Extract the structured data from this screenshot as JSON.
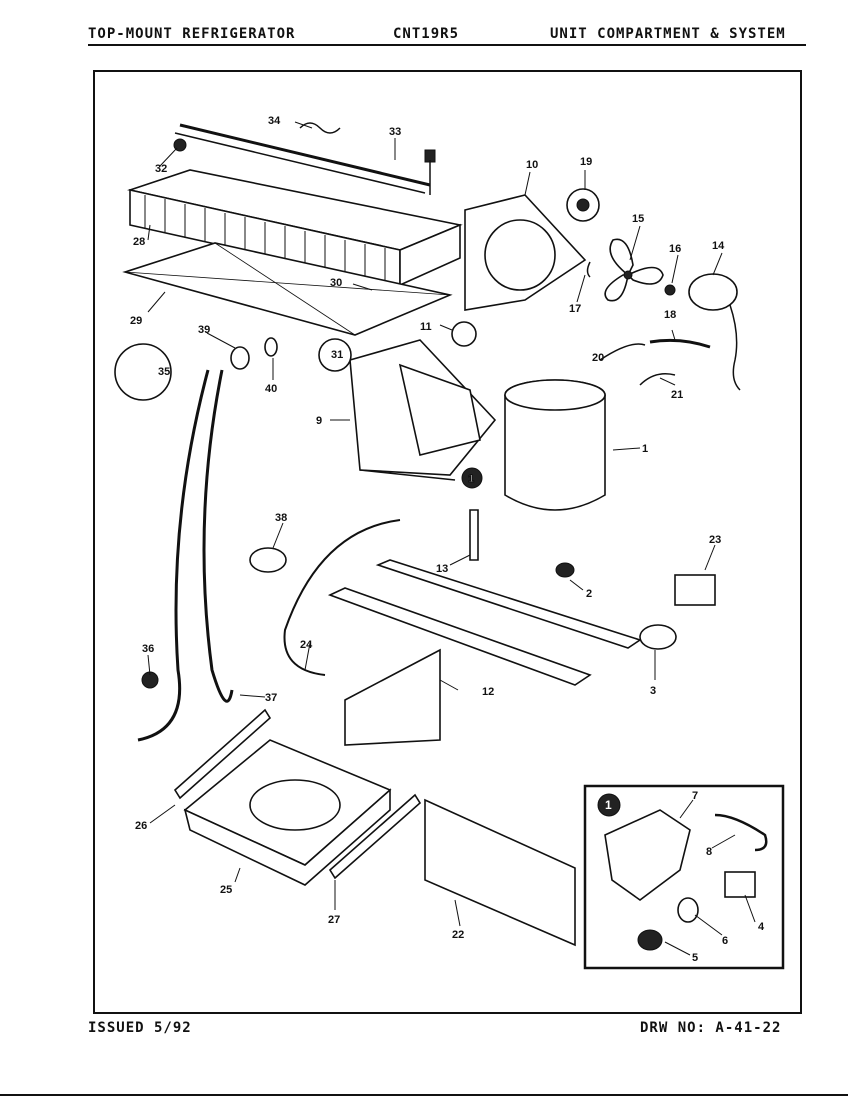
{
  "header": {
    "left": "TOP-MOUNT REFRIGERATOR",
    "center": "CNT19R5",
    "right": "UNIT COMPARTMENT & SYSTEM"
  },
  "footer": {
    "issued": "ISSUED 5/92",
    "drawing_number": "DRW NO: A-41-22"
  },
  "diagram": {
    "callouts": {
      "p1": "1",
      "p2": "2",
      "p3": "3",
      "p4": "4",
      "p5": "5",
      "p6": "6",
      "p7": "7",
      "p8": "8",
      "p9": "9",
      "p10": "10",
      "p11": "11",
      "p12": "12",
      "p13": "13",
      "p14": "14",
      "p15": "15",
      "p16": "16",
      "p17": "17",
      "p18": "18",
      "p19": "19",
      "p20": "20",
      "p21": "21",
      "p22": "22",
      "p23": "23",
      "p24": "24",
      "p25": "25",
      "p26": "26",
      "p27": "27",
      "p28": "28",
      "p29": "29",
      "p30": "30",
      "p31": "31",
      "p32": "32",
      "p33": "33",
      "p34": "34",
      "p35": "35",
      "p36": "36",
      "p37": "37",
      "p38": "38",
      "p39": "39",
      "p40": "40"
    },
    "inset_marker": "1",
    "compressor_marker": "1"
  }
}
